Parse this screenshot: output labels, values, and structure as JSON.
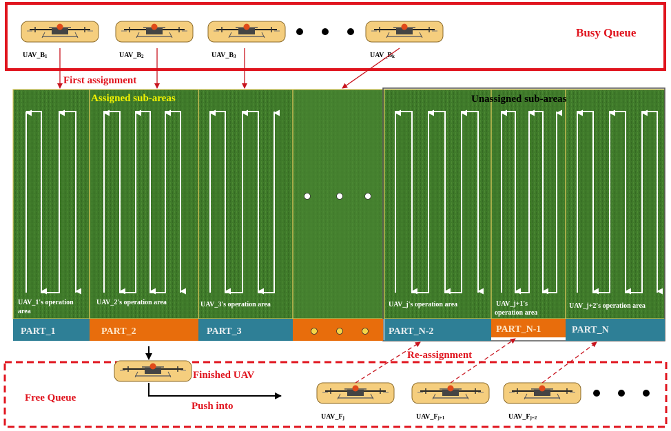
{
  "busy_queue": {
    "title": "Busy Queue",
    "uavs": [
      {
        "label": "UAV_B",
        "sub": "1"
      },
      {
        "label": "UAV_B",
        "sub": "2"
      },
      {
        "label": "UAV_B",
        "sub": "3"
      },
      {
        "label": "UAV_B",
        "sub": "k"
      }
    ]
  },
  "field": {
    "first_assignment": "First assignment",
    "assigned_label": "Assigned sub-areas",
    "unassigned_label": "Unassigned sub-areas",
    "areas": [
      {
        "op": "UAV_1's operation",
        "op2": "area",
        "part": "PART_1"
      },
      {
        "op": "UAV_2's operation area",
        "op2": "",
        "part": "PART_2"
      },
      {
        "op": "UAV_3's operation area",
        "op2": "",
        "part": "PART_3"
      },
      {
        "op": "",
        "op2": "",
        "part": ""
      },
      {
        "op": "UAV_j's operation area",
        "op2": "",
        "part": "PART_N-2"
      },
      {
        "op": "UAV_j+1's",
        "op2": "operation area",
        "part": "PART_N-1"
      },
      {
        "op": "UAV_j+2's operation area",
        "op2": "",
        "part": "PART_N"
      }
    ]
  },
  "free_queue": {
    "title": "Free Queue",
    "finished": "Finished UAV",
    "push_into": "Push into",
    "reassignment": "Re-assignment",
    "uavs": [
      {
        "label": "UAV_F",
        "sub": "j"
      },
      {
        "label": "UAV_F",
        "sub": "j+1"
      },
      {
        "label": "UAV_F",
        "sub": "j+2"
      }
    ]
  },
  "colors": {
    "red": "#e0141e",
    "teal": "#2e7f96",
    "orange": "#e86d0c",
    "grass": "#3f7a2a",
    "yellow_text": "#f3f300"
  }
}
